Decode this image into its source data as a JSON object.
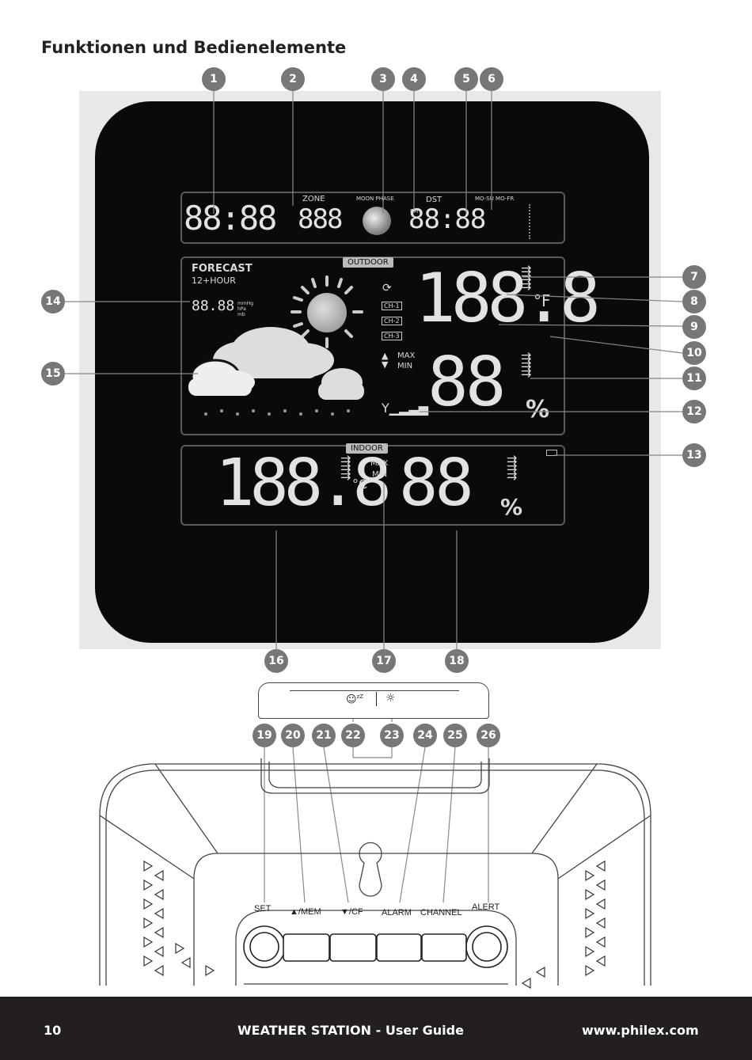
{
  "page": {
    "title": "Funktionen und Bedienelemente"
  },
  "callouts": [
    "1",
    "2",
    "3",
    "4",
    "5",
    "6",
    "7",
    "8",
    "9",
    "10",
    "11",
    "12",
    "13",
    "14",
    "15",
    "16",
    "17",
    "18",
    "19",
    "20",
    "21",
    "22",
    "23",
    "24",
    "25",
    "26"
  ],
  "display": {
    "top_row": {
      "time_digits": "88:88",
      "zone_label": "ZONE",
      "zone_digits": "888",
      "moon_phase_label": "MOON PHASE",
      "dst_label": "DST",
      "pm_label": "PM",
      "clock_digits": "88:88",
      "date_labels": "MO-SU  MO-FR"
    },
    "outdoor": {
      "tag": "OUTDOOR",
      "forecast_label": "FORECAST",
      "forecast_sub": "12+HOUR",
      "pressure_digits": "88.88",
      "pressure_units": "mmHg hPa mb",
      "channels": [
        "CH-1",
        "CH-2",
        "CH-3"
      ],
      "temp_digits": "188.8",
      "temp_unit": "°F",
      "max_label": "MAX",
      "min_label": "MIN",
      "humidity_digits": "88",
      "humidity_unit": "%"
    },
    "indoor": {
      "tag": "INDOOR",
      "temp_digits": "188.8",
      "temp_unit": "°C",
      "max_label": "MAX",
      "min_label": "MIN",
      "humidity_digits": "88",
      "humidity_unit": "%"
    }
  },
  "buttons": {
    "set": "SET",
    "mem": "▲/MEM",
    "cf": "▼/CF",
    "alarm": "ALARM",
    "channel": "CHANNEL",
    "alert": "ALERT",
    "snooze_icon": "snooze-icon",
    "light_icon": "light-icon"
  },
  "footer": {
    "page_number": "10",
    "guide_title": "WEATHER STATION - User Guide",
    "website": "www.philex.com"
  }
}
